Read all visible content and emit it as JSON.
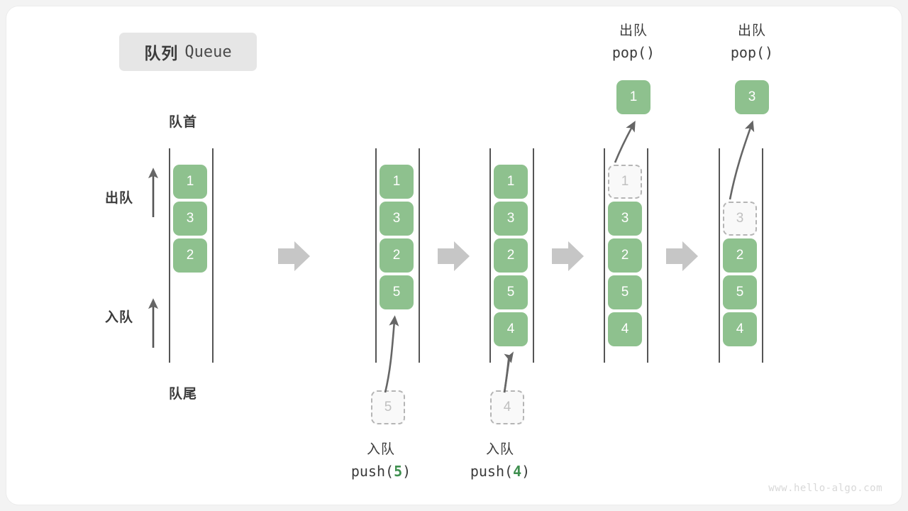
{
  "title": {
    "cn": "队列",
    "en": "Queue"
  },
  "labels": {
    "head": "队首",
    "tail": "队尾",
    "dequeue": "出队",
    "enqueue": "入队"
  },
  "watermark": "www.hello-algo.com",
  "colors": {
    "element": "#8ec18e",
    "ghost_border": "#b5b5b5",
    "ghost_text": "#c0c0c0",
    "rail": "#555555",
    "arrow": "#666666",
    "step_arrow": "#c6c6c6",
    "badge_bg": "#e6e6e6",
    "text": "#3b3b3b",
    "code_arg": "#3f8f4f"
  },
  "operations": {
    "push5": {
      "cn": "入队",
      "code_prefix": "push(",
      "arg": "5",
      "code_suffix": ")"
    },
    "push4": {
      "cn": "入队",
      "code_prefix": "push(",
      "arg": "4",
      "code_suffix": ")"
    },
    "pop1": {
      "cn": "出队",
      "code": "pop()"
    },
    "pop2": {
      "cn": "出队",
      "code": "pop()"
    }
  },
  "stages": [
    {
      "name": "initial",
      "cells": [
        {
          "value": "1",
          "ghost": false
        },
        {
          "value": "3",
          "ghost": false
        },
        {
          "value": "2",
          "ghost": false
        }
      ]
    },
    {
      "name": "after-push-5",
      "cells": [
        {
          "value": "1",
          "ghost": false
        },
        {
          "value": "3",
          "ghost": false
        },
        {
          "value": "2",
          "ghost": false
        },
        {
          "value": "5",
          "ghost": false
        }
      ],
      "incoming": {
        "value": "5",
        "ghost": true
      }
    },
    {
      "name": "after-push-4",
      "cells": [
        {
          "value": "1",
          "ghost": false
        },
        {
          "value": "3",
          "ghost": false
        },
        {
          "value": "2",
          "ghost": false
        },
        {
          "value": "5",
          "ghost": false
        },
        {
          "value": "4",
          "ghost": false
        }
      ],
      "incoming": {
        "value": "4",
        "ghost": true
      }
    },
    {
      "name": "after-pop-1",
      "cells": [
        {
          "value": "1",
          "ghost": true
        },
        {
          "value": "3",
          "ghost": false
        },
        {
          "value": "2",
          "ghost": false
        },
        {
          "value": "5",
          "ghost": false
        },
        {
          "value": "4",
          "ghost": false
        }
      ],
      "outgoing": {
        "value": "1",
        "ghost": false
      }
    },
    {
      "name": "after-pop-3",
      "cells": [
        {
          "value": "3",
          "ghost": true
        },
        {
          "value": "2",
          "ghost": false
        },
        {
          "value": "5",
          "ghost": false
        },
        {
          "value": "4",
          "ghost": false
        }
      ],
      "outgoing": {
        "value": "3",
        "ghost": false
      }
    }
  ]
}
